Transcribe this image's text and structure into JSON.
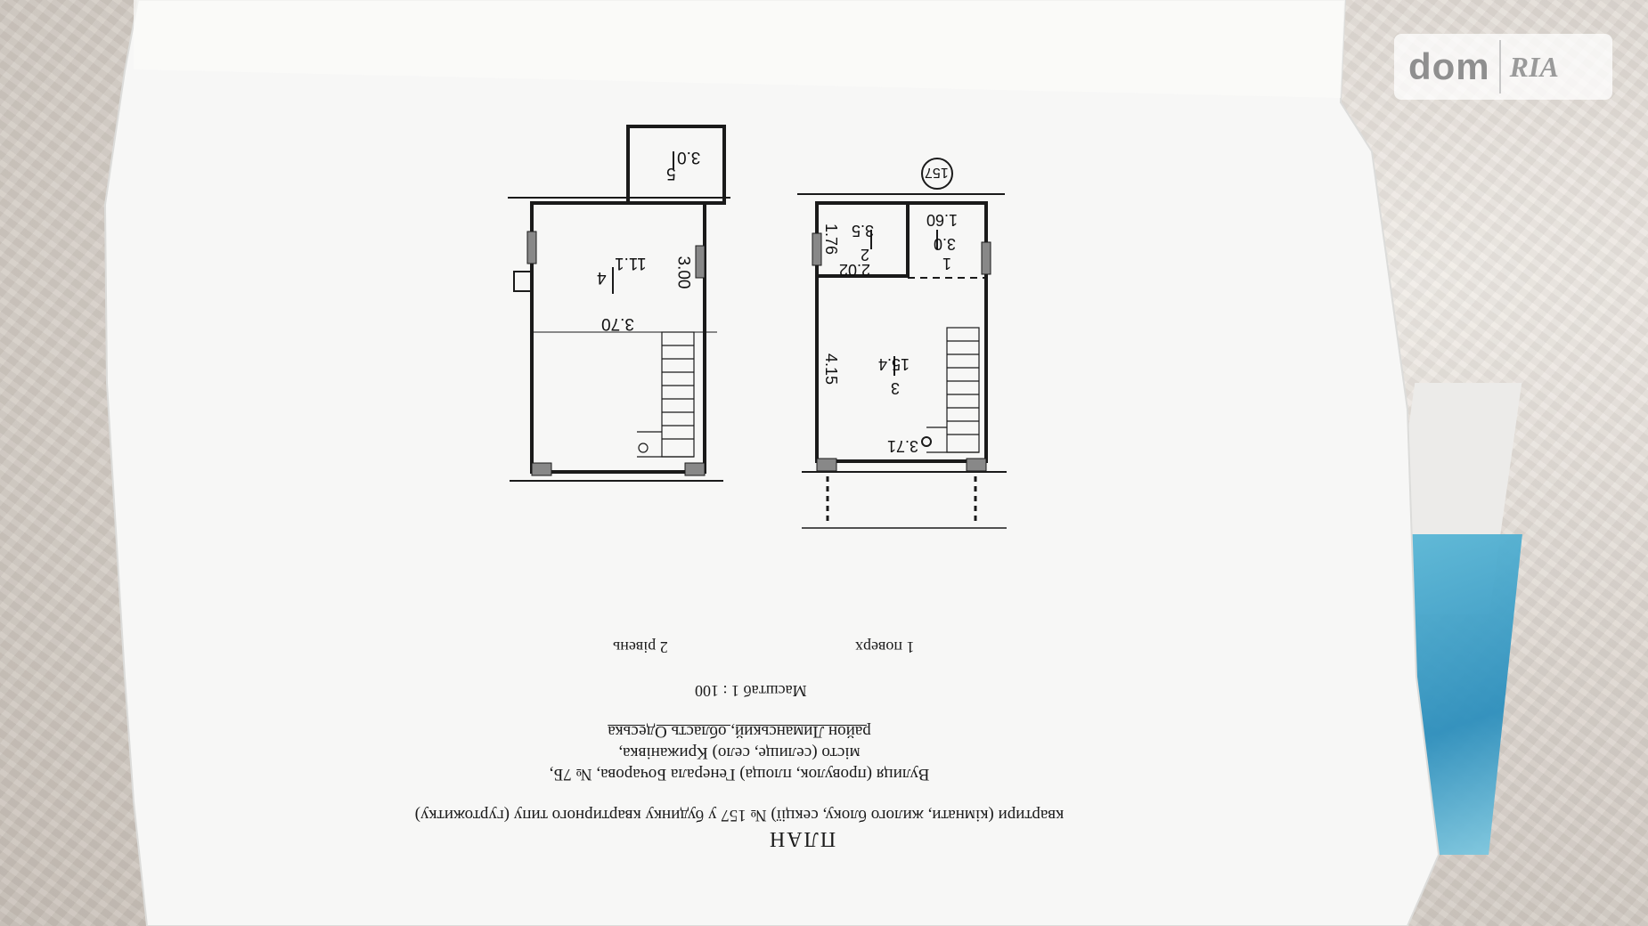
{
  "document": {
    "title": "ПЛАН",
    "line1": "квартири (кімнати, жилого блоку, секції) № 157 у будинку квартирного типу (гуртожитку)",
    "line2": "Вулиця (провулок, площа) Генерала Бочарова, № 7Б,",
    "line3": "місто (селище, село) Крижанівка,",
    "line4": "район Лиманський, область Одеська",
    "scale": "Масштаб 1 : 100",
    "floor1_caption": "1 поверх",
    "floor2_caption": "2 рівень"
  },
  "floor1": {
    "apartment_no": "157",
    "room1": {
      "num": "1",
      "area": "3.0"
    },
    "room2": {
      "num": "2",
      "area": "3.5"
    },
    "room3": {
      "num": "3",
      "area": "15.4"
    },
    "dim_160": "1.60",
    "dim_176": "1.76",
    "dim_202": "2.02",
    "dim_415": "4.15",
    "dim_371": "3.71"
  },
  "floor2": {
    "room4": {
      "num": "4",
      "area": "11.1"
    },
    "room5": {
      "num": "5",
      "area": "3.0"
    },
    "dim_300": "3.00",
    "dim_370": "3.70"
  },
  "watermark": {
    "brand": "dom",
    "brand2": "RIA"
  },
  "colors": {
    "paper": "#f7f7f6",
    "ink": "#1a1a1a",
    "blue_sheet": "#2d8fbd"
  }
}
